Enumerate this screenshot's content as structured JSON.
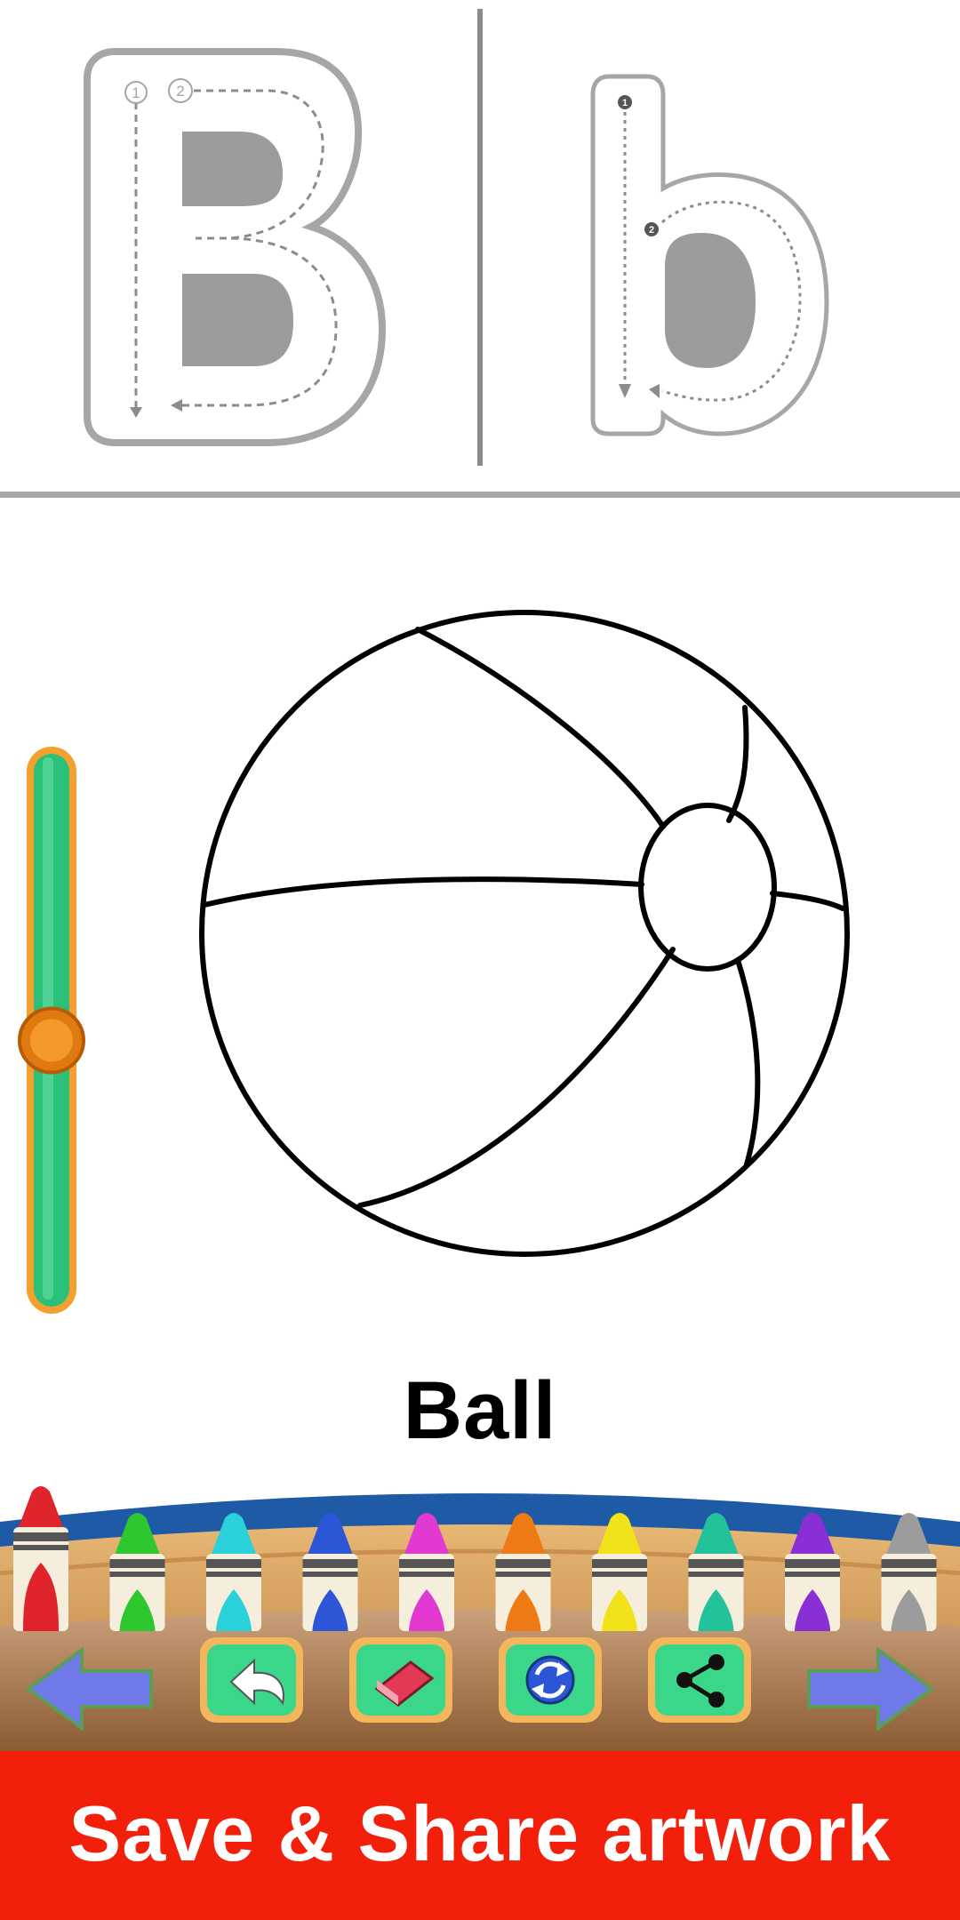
{
  "letters": {
    "uppercase": "B",
    "lowercase": "b",
    "uppercase_steps": [
      "1",
      "2"
    ],
    "lowercase_steps": [
      "1",
      "2"
    ]
  },
  "picture": {
    "word": "Ball",
    "outline_icon": "beach-ball-outline"
  },
  "brush_size": {
    "icon": "vertical-slider",
    "level": 0.52
  },
  "crayons": [
    {
      "name": "red",
      "color": "#e0242b"
    },
    {
      "name": "green",
      "color": "#2fc72f"
    },
    {
      "name": "cyan",
      "color": "#2ad1d8"
    },
    {
      "name": "blue",
      "color": "#2c56d6"
    },
    {
      "name": "magenta",
      "color": "#e23ad1"
    },
    {
      "name": "orange",
      "color": "#ee7a16"
    },
    {
      "name": "yellow",
      "color": "#f1e21a"
    },
    {
      "name": "teal",
      "color": "#24c29a"
    },
    {
      "name": "purple",
      "color": "#8a2fd6"
    },
    {
      "name": "gray",
      "color": "#9c9c9c"
    }
  ],
  "selected_crayon": "red",
  "toolbar": {
    "prev_icon": "arrow-left-icon",
    "undo_icon": "undo-icon",
    "eraser_icon": "eraser-icon",
    "reset_icon": "refresh-icon",
    "share_icon": "share-icon",
    "next_icon": "arrow-right-icon"
  },
  "banner": {
    "text": "Save & Share artwork"
  },
  "colors": {
    "banner": "#f21f0a",
    "slider_track": "#2bbf78",
    "slider_knob": "#f08a12",
    "toolbar_button": "#3ad68a",
    "arrow": "#6f79e8",
    "trace_outline": "#a6a6a6",
    "trace_fill": "#9c9c9c"
  }
}
